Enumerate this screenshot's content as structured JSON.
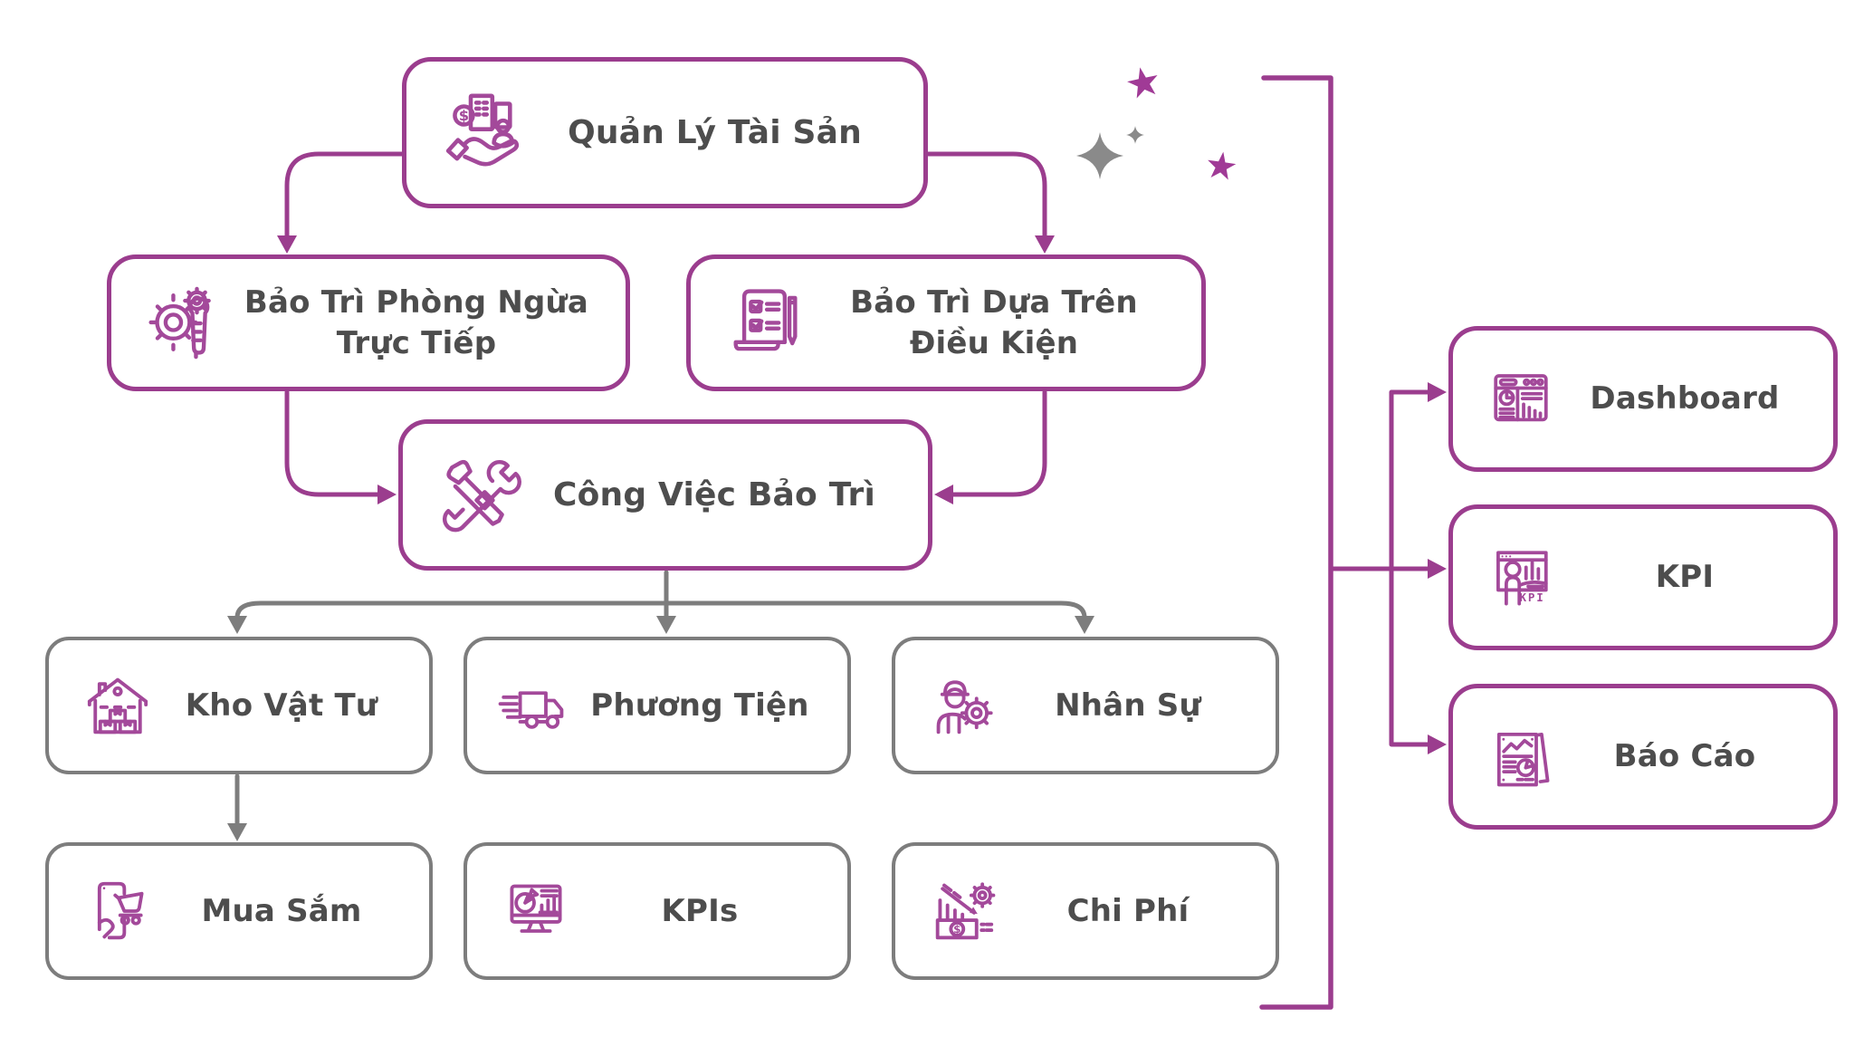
{
  "diagram_title": "Asset management maintenance flowchart (Vietnamese)",
  "colors": {
    "node_border_purple": "#9B3D8E",
    "icon_purple": "#A3499A",
    "node_border_gray": "#7D7D7D",
    "connector_gray": "#7D7D7D",
    "text": "#4D4D4D",
    "star_purple": "#A03A96",
    "sparkle_gray": "#8A8A8A",
    "background": "#FFFFFF"
  },
  "nodes": {
    "asset": {
      "label": "Quản Lý Tài Sản"
    },
    "preventive": {
      "line1": "Bảo Trì Phòng Ngừa",
      "line2": "Trực Tiếp"
    },
    "condition": {
      "line1": "Bảo Trì Dựa Trên",
      "line2": "Điều Kiện"
    },
    "work": {
      "label": "Công Việc Bảo Trì"
    },
    "warehouse": {
      "label": "Kho Vật Tư"
    },
    "vehicles": {
      "label": "Phương Tiện"
    },
    "personnel": {
      "label": "Nhân Sự"
    },
    "procurement": {
      "label": "Mua Sắm"
    },
    "kpis": {
      "label": "KPIs"
    },
    "costs": {
      "label": "Chi Phí"
    },
    "dashboard": {
      "label": "Dashboard"
    },
    "kpi": {
      "label": "KPI"
    },
    "report": {
      "label": "Báo Cáo"
    }
  },
  "icon_text": {
    "kpi": "KPI"
  },
  "icons": {
    "asset": "hand-holding-assets-icon",
    "preventive": "gear-wrench-icon",
    "condition": "checklist-pen-icon",
    "work": "crossed-tools-icon",
    "warehouse": "warehouse-boxes-icon",
    "vehicles": "delivery-truck-icon",
    "personnel": "worker-gear-icon",
    "procurement": "phone-shopping-cart-icon",
    "kpis": "monitor-analytics-icon",
    "costs": "cost-reduction-icon",
    "dashboard": "dashboard-window-icon",
    "kpi": "kpi-presentation-icon",
    "report": "report-documents-icon"
  },
  "decorations": [
    "purple-star",
    "gray-sparkle",
    "small-gray-sparkle",
    "purple-star"
  ]
}
